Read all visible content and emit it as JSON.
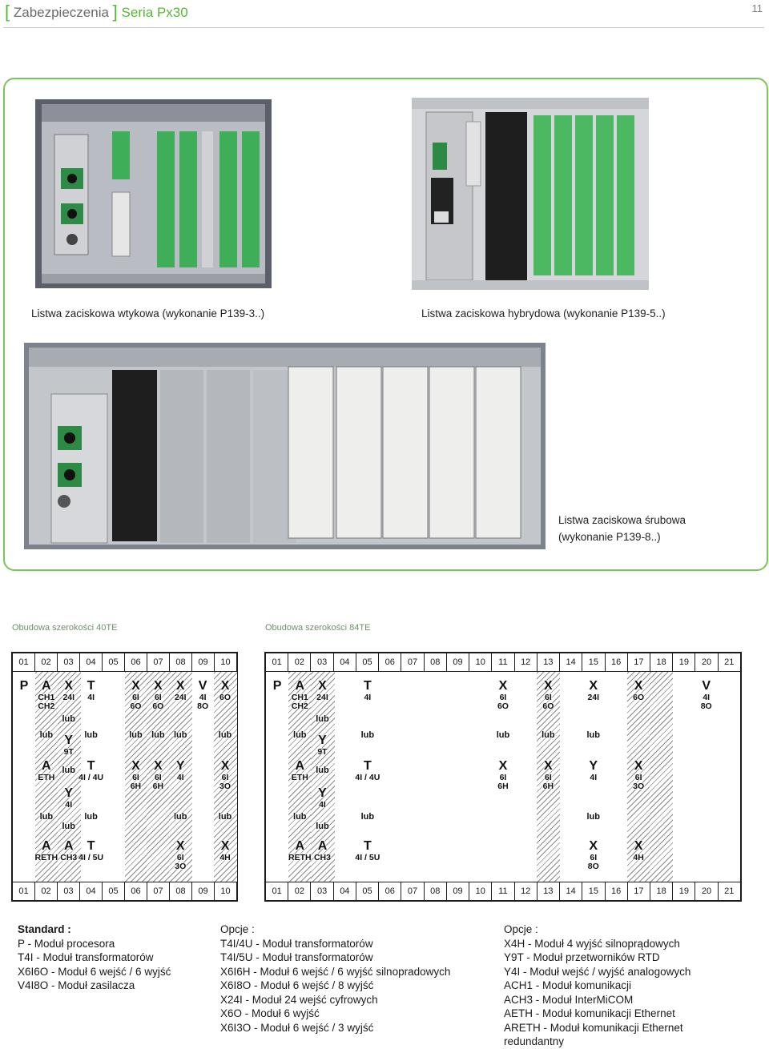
{
  "header": {
    "bracket_open": "[",
    "section": "Zabezpieczenia",
    "bracket_close": "]",
    "series": "Seria Px30",
    "page_number": "11"
  },
  "photos": {
    "plug": {
      "caption": "Listwa zaciskowa wtykowa (wykonanie P139-3..)"
    },
    "hybrid": {
      "caption": "Listwa zaciskowa hybrydowa (wykonanie P139-5..)"
    },
    "screw": {
      "caption_line1": "Listwa zaciskowa śrubowa",
      "caption_line2": "(wykonanie P139-8..)"
    }
  },
  "diagrams": {
    "d40": {
      "caption": "Obudowa szerokości 40TE",
      "numbers": [
        "01",
        "02",
        "03",
        "04",
        "05",
        "06",
        "07",
        "08",
        "09",
        "10"
      ]
    },
    "d84": {
      "caption": "Obudowa szerokości 84TE",
      "numbers": [
        "01",
        "02",
        "03",
        "04",
        "05",
        "06",
        "07",
        "08",
        "09",
        "10",
        "11",
        "12",
        "13",
        "14",
        "15",
        "16",
        "17",
        "18",
        "19",
        "20",
        "21"
      ]
    }
  },
  "legend": {
    "col1": {
      "heading": "Standard :",
      "items": [
        "P - Moduł procesora",
        "T4I - Moduł transformatorów",
        "X6I6O - Moduł 6 wejść / 6 wyjść",
        "V4I8O - Moduł zasilacza"
      ]
    },
    "col2": {
      "heading": "Opcje :",
      "items": [
        "T4I/4U - Moduł transformatorów",
        "T4I/5U - Moduł transformatorów",
        "X6I6H - Moduł 6 wejść / 6 wyjść silnopradowych",
        "X6I8O - Moduł 6 wejść / 8 wyjść",
        "X24I - Moduł 24 wejść cyfrowych",
        "X6O - Moduł 6 wyjść",
        "X6I3O - Moduł 6 wejść / 3 wyjść"
      ]
    },
    "col3": {
      "heading": "Opcje :",
      "items": [
        "X4H - Moduł 4 wyjść silnoprądowych",
        "Y9T - Moduł przetworników RTD",
        "Y4I - Moduł wejść / wyjść analogowych",
        "ACH1 - Moduł komunikacji",
        "ACH3 - Moduł InterMiCOM",
        "AETH - Moduł komunikacji Ethernet",
        "ARETH - Moduł komunikacji Ethernet",
        "redundantny"
      ]
    }
  },
  "slot_labels": {
    "P": "P",
    "A": "A",
    "X": "X",
    "T": "T",
    "V": "V",
    "Y": "Y",
    "CH1": "CH1",
    "CH2": "CH2",
    "CH3": "CH3",
    "ETH": "ETH",
    "RETH": "RETH",
    "24I": "24I",
    "4I": "4I",
    "6I": "6I",
    "6O": "6O",
    "6H": "6H",
    "8O": "8O",
    "3O": "3O",
    "4H": "4H",
    "9T": "9T",
    "4I4U": "4I / 4U",
    "4I5U": "4I / 5U",
    "lub": "lub"
  }
}
